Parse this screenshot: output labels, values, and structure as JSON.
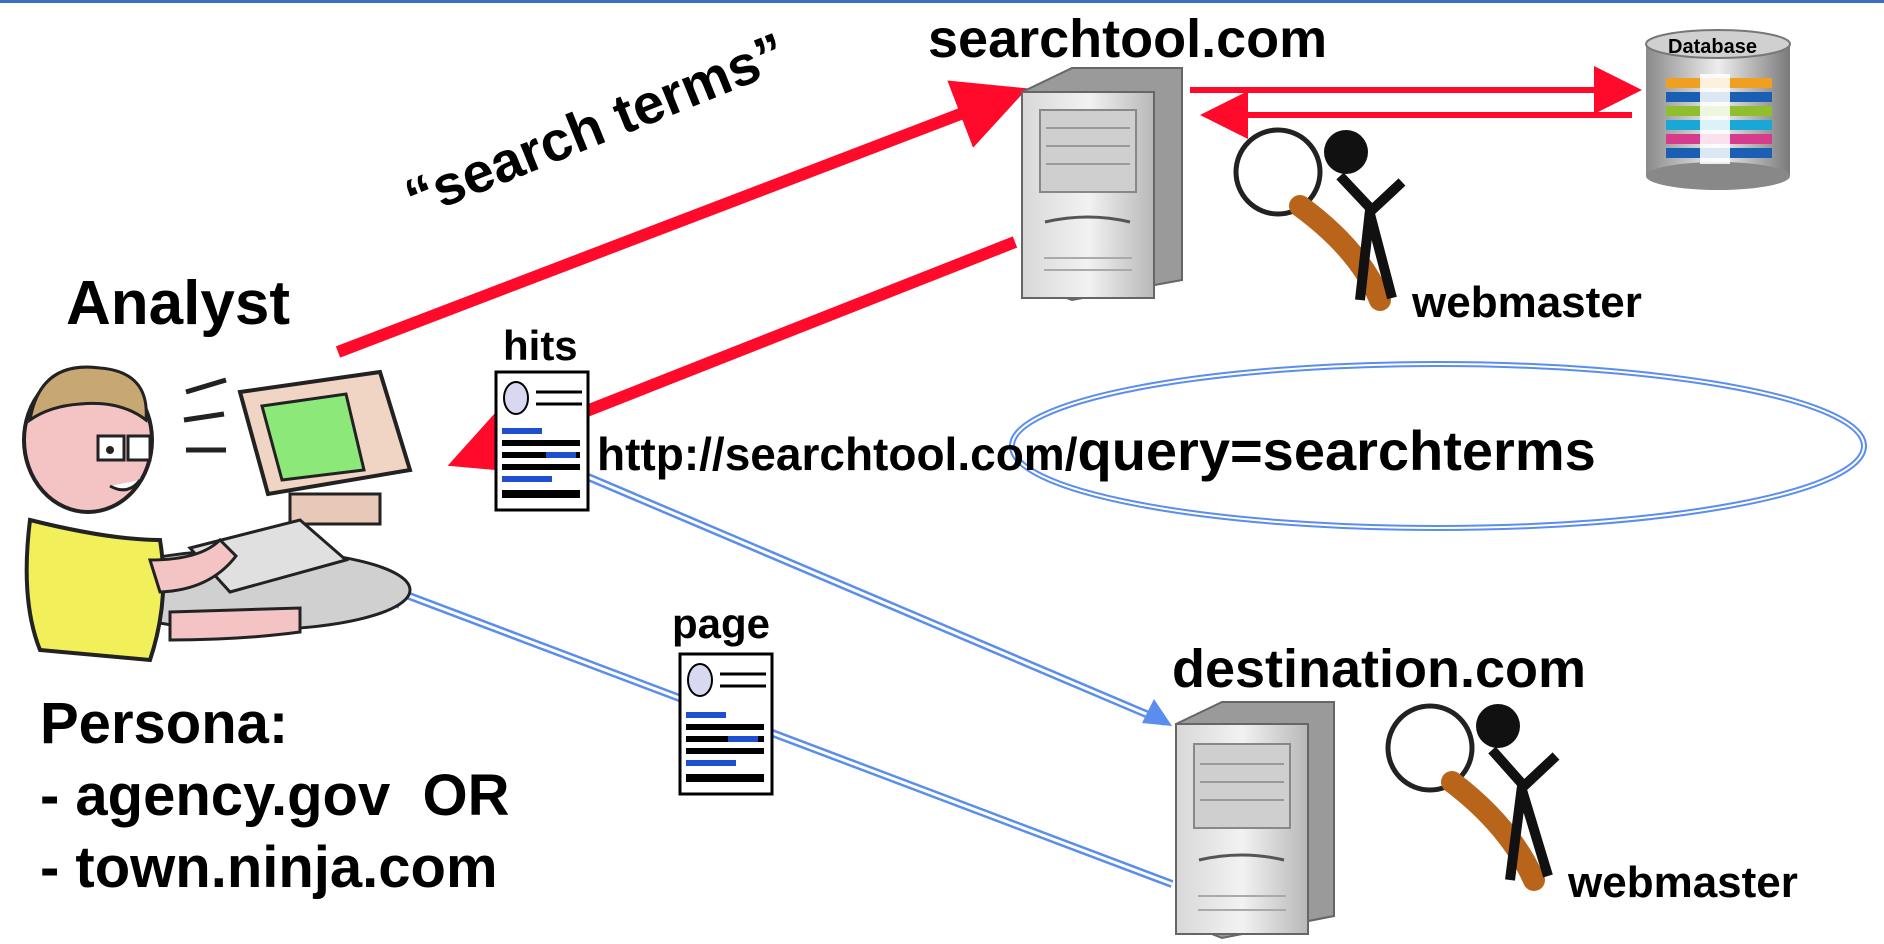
{
  "labels": {
    "server_top": "searchtool.com",
    "server_bottom": "destination.com",
    "analyst": "Analyst",
    "hits": "hits",
    "page": "page",
    "webmaster_top": "webmaster",
    "webmaster_bottom": "webmaster",
    "search_terms": "“search terms”",
    "database": "Database",
    "url_prefix": "http://searchtool.com/",
    "url_query": "query=searchterms"
  },
  "persona": {
    "heading": "Persona:",
    "line1": "- agency.gov  OR",
    "line2": "- town.ninja.com"
  },
  "colors": {
    "request_arrow": "#ff0a2a",
    "response_arrow": "#5b8def",
    "top_rule": "#3b6fc4"
  }
}
